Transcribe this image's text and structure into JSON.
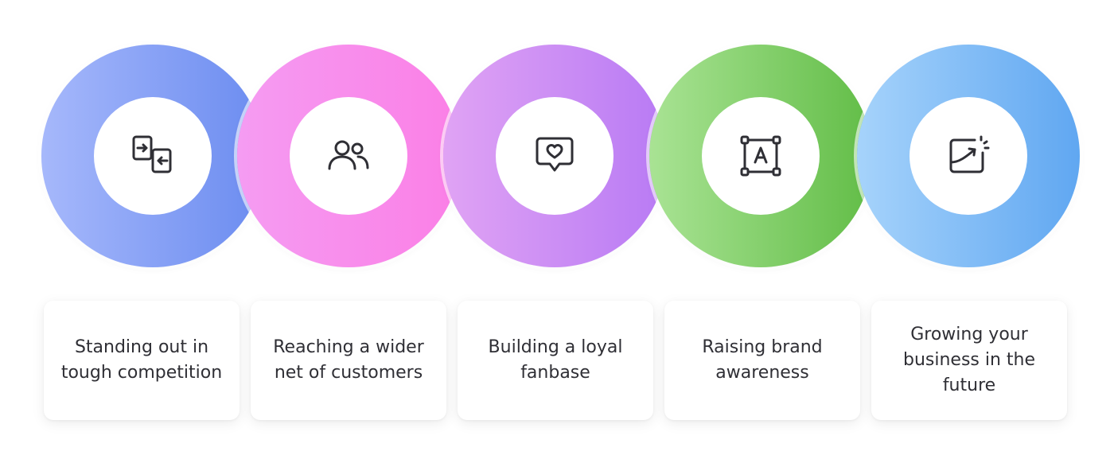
{
  "items": [
    {
      "icon": "compare-panels-icon",
      "accent": "#6b8cf0",
      "label": "Standing out in\ntough competition"
    },
    {
      "icon": "users-icon",
      "accent": "#fb7fe6",
      "label": "Reaching a wider\nnet of customers"
    },
    {
      "icon": "heart-chat-icon",
      "accent": "#b87af4",
      "label": "Building a loyal\nfanbase"
    },
    {
      "icon": "brand-frame-icon",
      "accent": "#62bd47",
      "label": "Raising brand\nawareness"
    },
    {
      "icon": "growth-chart-icon",
      "accent": "#60a7f1",
      "label": "Growing your\nbusiness in the\nfuture"
    }
  ]
}
